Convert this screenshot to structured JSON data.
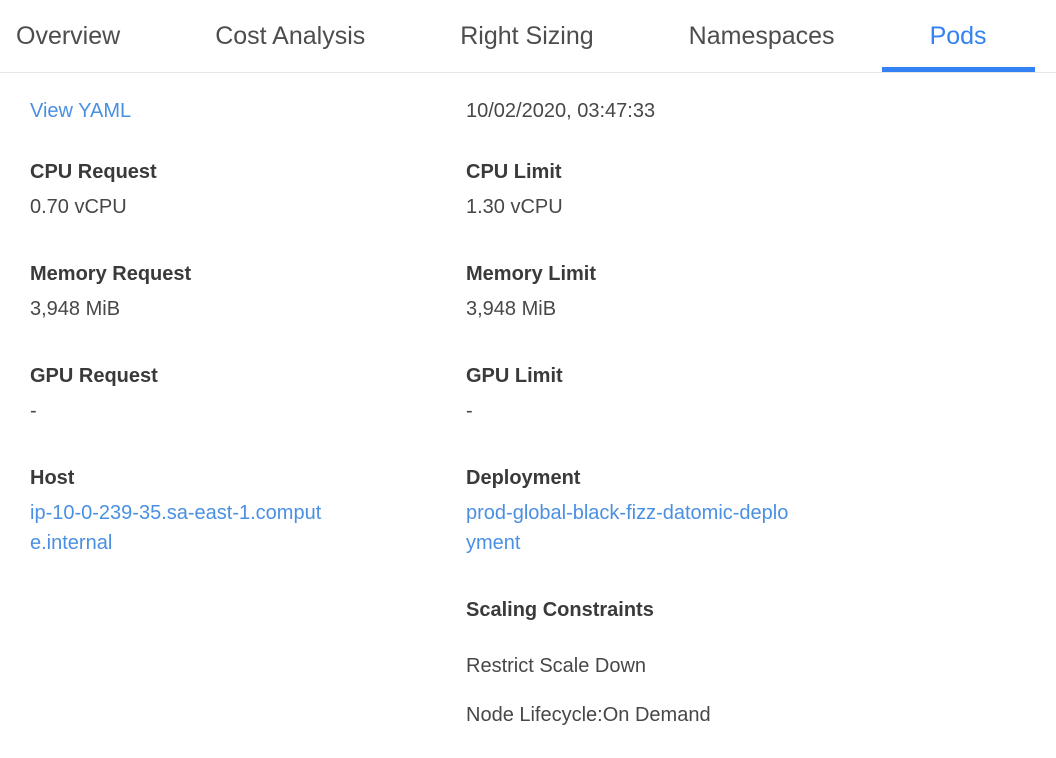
{
  "tabs": [
    {
      "label": "Overview",
      "active": false
    },
    {
      "label": "Cost Analysis",
      "active": false
    },
    {
      "label": "Right Sizing",
      "active": false
    },
    {
      "label": "Namespaces",
      "active": false
    },
    {
      "label": "Pods",
      "active": true
    }
  ],
  "pod_details": {
    "view_yaml_link": "View YAML",
    "timestamp": "10/02/2020, 03:47:33",
    "cpu_request": {
      "label": "CPU Request",
      "value": "0.70 vCPU"
    },
    "cpu_limit": {
      "label": "CPU Limit",
      "value": "1.30 vCPU"
    },
    "memory_request": {
      "label": "Memory Request",
      "value": "3,948 MiB"
    },
    "memory_limit": {
      "label": "Memory Limit",
      "value": "3,948 MiB"
    },
    "gpu_request": {
      "label": "GPU Request",
      "value": "-"
    },
    "gpu_limit": {
      "label": "GPU Limit",
      "value": "-"
    },
    "host": {
      "label": "Host",
      "value": "ip-10-0-239-35.sa-east-1.compute.internal"
    },
    "deployment": {
      "label": "Deployment",
      "value": "prod-global-black-fizz-datomic-deployment"
    },
    "scaling_constraints": {
      "label": "Scaling Constraints",
      "items": [
        "Restrict Scale Down",
        "Node Lifecycle:On Demand"
      ]
    }
  },
  "colors": {
    "accent": "#3381f2",
    "link": "#4a90e2",
    "divider": "#e7e7e7",
    "tab_text": "#4d4d4d",
    "label_text": "#3a3a3a",
    "value_text": "#474747"
  }
}
